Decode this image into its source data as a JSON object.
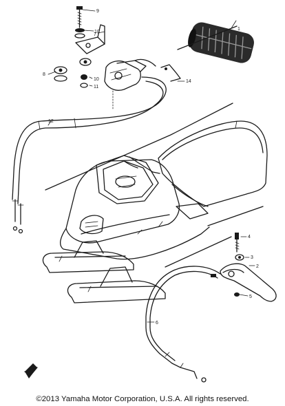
{
  "callouts": [
    "9",
    "10",
    "7",
    "8",
    "10",
    "11",
    "12",
    "14",
    "4",
    "3",
    "2",
    "5",
    "6",
    "1"
  ],
  "copyright": "©2013 Yamaha Motor Corporation, U.S.A. All rights reserved."
}
